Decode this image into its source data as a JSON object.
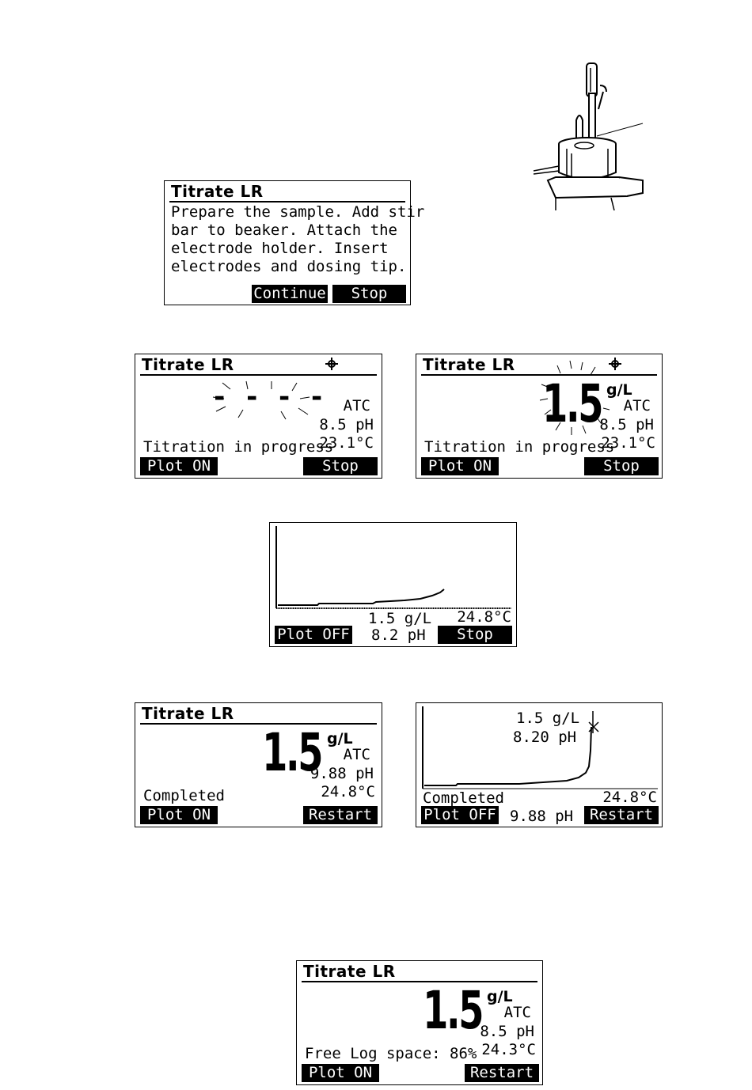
{
  "screen1": {
    "title": "Titrate LR",
    "message_lines": [
      "Prepare the sample. Add stir",
      "bar to beaker.  Attach the",
      "electrode holder.  Insert",
      "electrodes and dosing tip."
    ],
    "btn_left": "Continue",
    "btn_right": "Stop"
  },
  "screen2": {
    "title": "Titrate LR",
    "reading": "- - - -",
    "atc": "ATC",
    "ph": "8.5 pH",
    "temp": "23.1°C",
    "status": "Titration in progress",
    "btn_left": "Plot ON",
    "btn_right": "Stop"
  },
  "screen3": {
    "title": "Titrate LR",
    "reading": "1.5",
    "unit": "g/L",
    "atc": "ATC",
    "ph": "8.5 pH",
    "temp": "23.1°C",
    "status": "Titration in progress",
    "btn_left": "Plot ON",
    "btn_right": "Stop"
  },
  "screen4": {
    "conc": "1.5 g/L",
    "temp": "24.8°C",
    "ph": "8.2 pH",
    "btn_left": "Plot OFF",
    "btn_right": "Stop"
  },
  "screen5": {
    "title": "Titrate LR",
    "reading": "1.5",
    "unit": "g/L",
    "atc": "ATC",
    "ph": "9.88 pH",
    "temp": "24.8°C",
    "status": "Completed",
    "btn_left": "Plot ON",
    "btn_right": "Restart"
  },
  "screen6": {
    "conc": "1.5 g/L",
    "ph_end": "8.20 pH",
    "status": "Completed",
    "temp": "24.8°C",
    "ph": "9.88 pH",
    "btn_left": "Plot OFF",
    "btn_right": "Restart"
  },
  "screen7": {
    "title": "Titrate LR",
    "reading": "1.5",
    "unit": "g/L",
    "atc": "ATC",
    "ph": "8.5 pH",
    "temp": "24.3°C",
    "status": "Free Log space:  86%",
    "btn_left": "Plot ON",
    "btn_right": "Restart"
  },
  "icons": {
    "stirrer": "stirrer-icon",
    "electrode": "electrode-holder-illustration"
  }
}
